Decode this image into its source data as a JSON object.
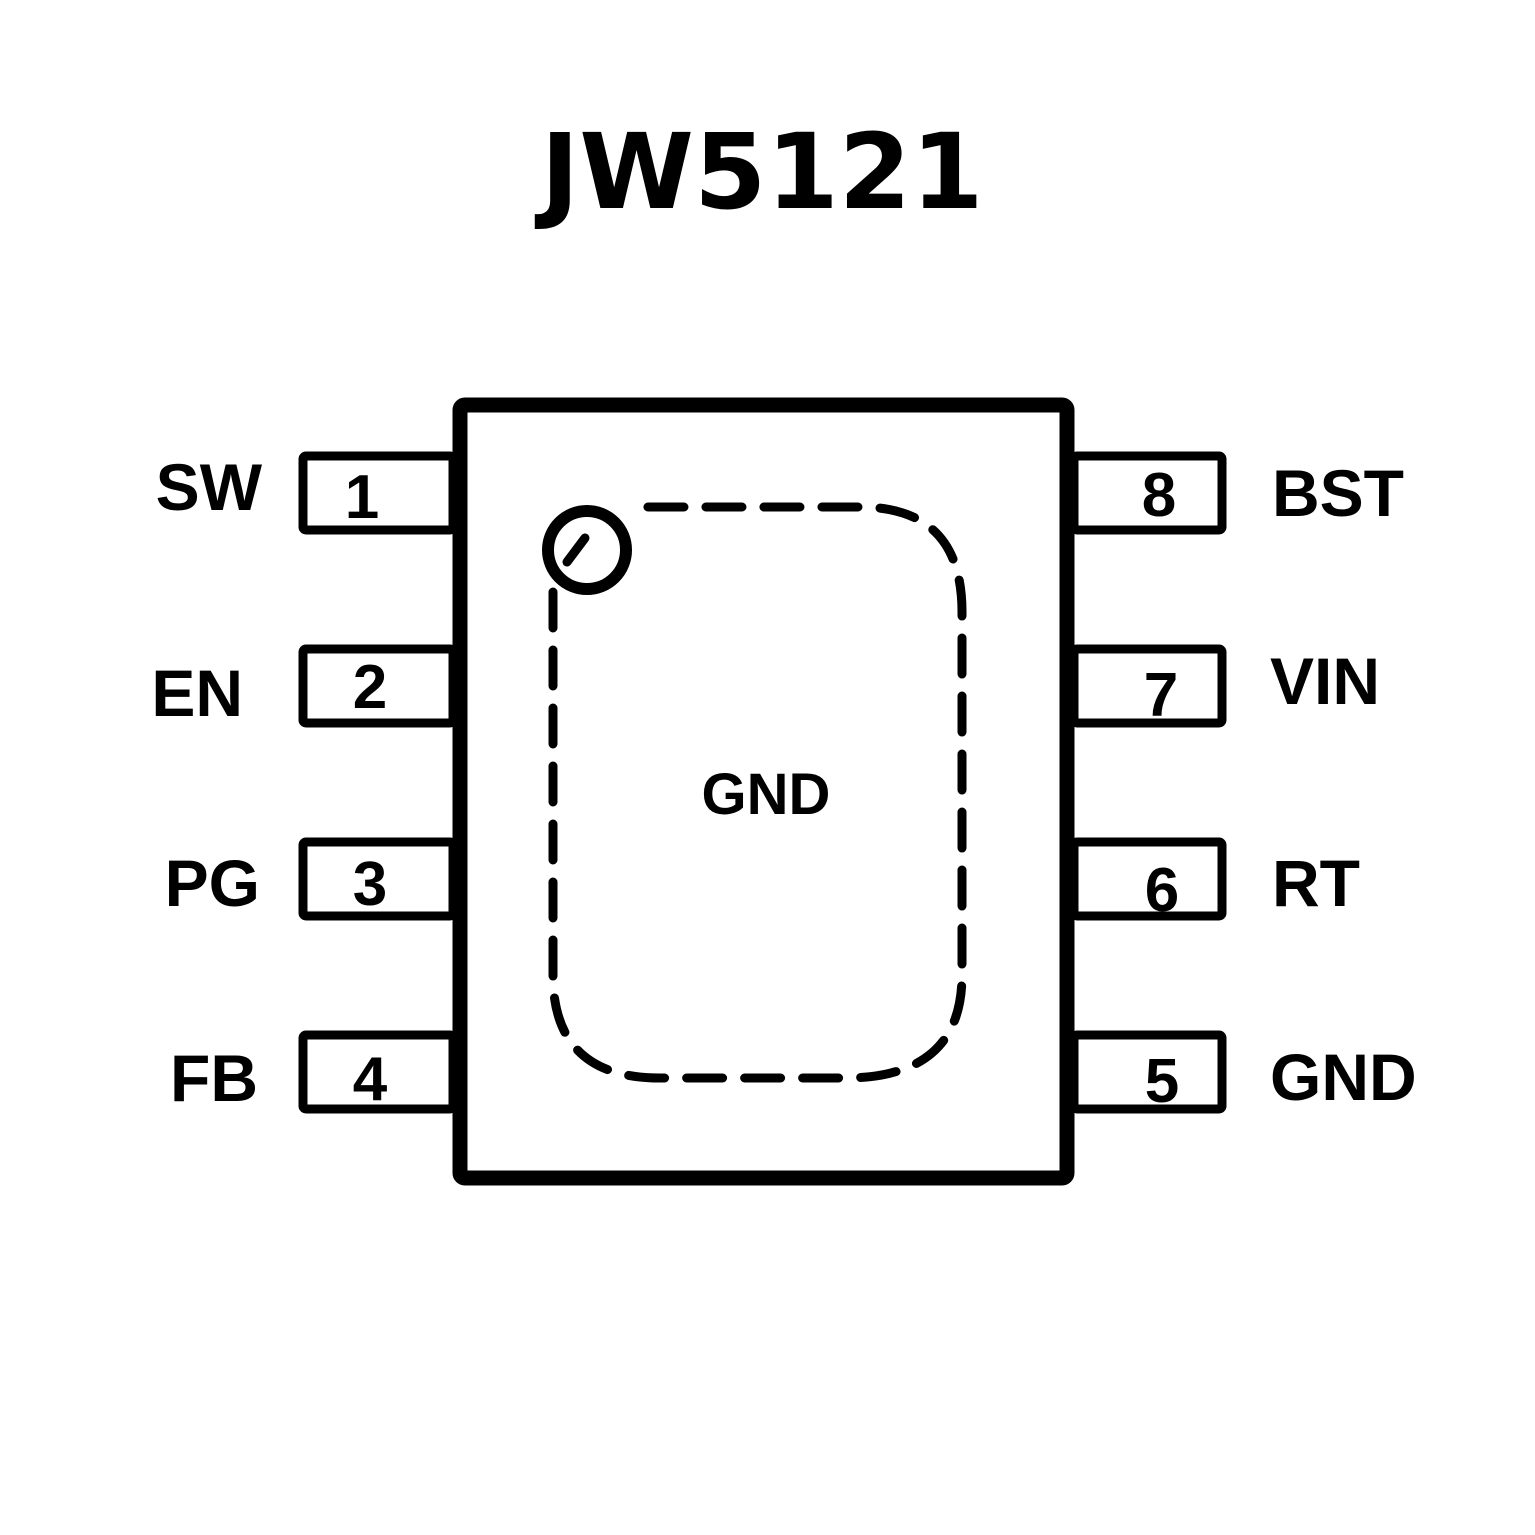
{
  "title": "JW5121",
  "package": {
    "exposed_pad_label": "GND",
    "pin1_marker": "circle-with-slash"
  },
  "pins": {
    "left": [
      {
        "number": "1",
        "name": "SW"
      },
      {
        "number": "2",
        "name": "EN"
      },
      {
        "number": "3",
        "name": "PG"
      },
      {
        "number": "4",
        "name": "FB"
      }
    ],
    "right": [
      {
        "number": "8",
        "name": "BST"
      },
      {
        "number": "7",
        "name": "VIN"
      },
      {
        "number": "6",
        "name": "RT"
      },
      {
        "number": "5",
        "name": "GND"
      }
    ]
  },
  "colors": {
    "stroke": "#000000",
    "background": "#ffffff"
  }
}
